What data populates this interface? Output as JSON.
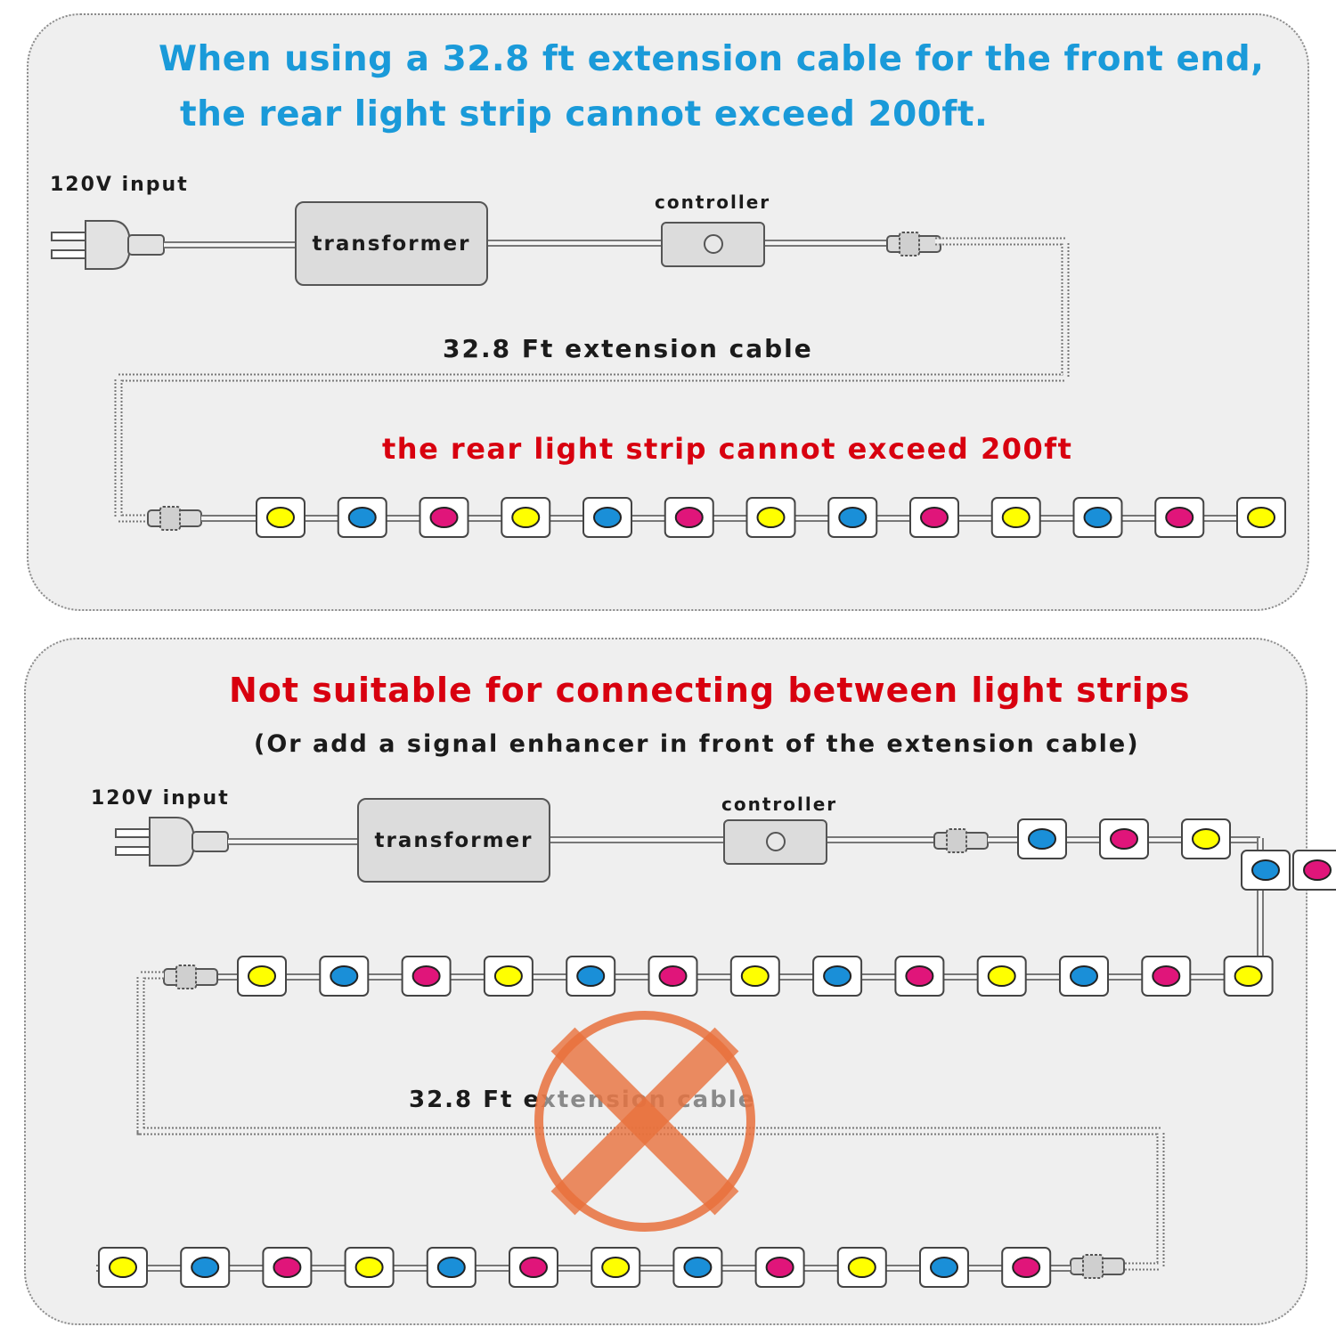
{
  "top": {
    "heading_line1": "When using a 32.8 ft extension cable for the front end,",
    "heading_line2": "the rear light strip cannot exceed 200ft.",
    "input_label": "120V input",
    "transformer_label": "transformer",
    "controller_label": "controller",
    "cable_label": "32.8 Ft extension cable",
    "warning": "the rear light strip cannot exceed 200ft"
  },
  "bottom": {
    "heading": "Not suitable for connecting between light strips",
    "subheading": "(Or add a signal enhancer in front of the extension cable)",
    "input_label": "120V input",
    "transformer_label": "transformer",
    "controller_label": "controller",
    "cable_label_prefix": "32.8 Ft e",
    "cable_label_suffix": "xtension cable",
    "prohibition_icon": "x-mark-icon"
  },
  "colors": {
    "yellow": "#ffff00",
    "blue": "#1a8fd8",
    "magenta": "#e0157a",
    "heading_blue": "#1a9ad9",
    "warning_red": "#d8000f",
    "prohibition_orange": "#e8703c"
  },
  "strips": {
    "top_row": [
      "yellow",
      "blue",
      "magenta",
      "yellow",
      "blue",
      "magenta",
      "yellow",
      "blue",
      "magenta",
      "yellow",
      "blue",
      "magenta",
      "yellow"
    ],
    "bottom_row1": [
      "blue",
      "magenta",
      "yellow"
    ],
    "bottom_vertical": [
      "blue",
      "magenta"
    ],
    "bottom_row2": [
      "yellow",
      "blue",
      "magenta",
      "yellow",
      "blue",
      "magenta",
      "yellow",
      "blue",
      "magenta",
      "yellow",
      "blue",
      "magenta",
      "yellow"
    ],
    "bottom_row3": [
      "yellow",
      "blue",
      "magenta",
      "yellow",
      "blue",
      "magenta",
      "yellow",
      "blue",
      "magenta",
      "yellow",
      "blue",
      "magenta"
    ]
  }
}
